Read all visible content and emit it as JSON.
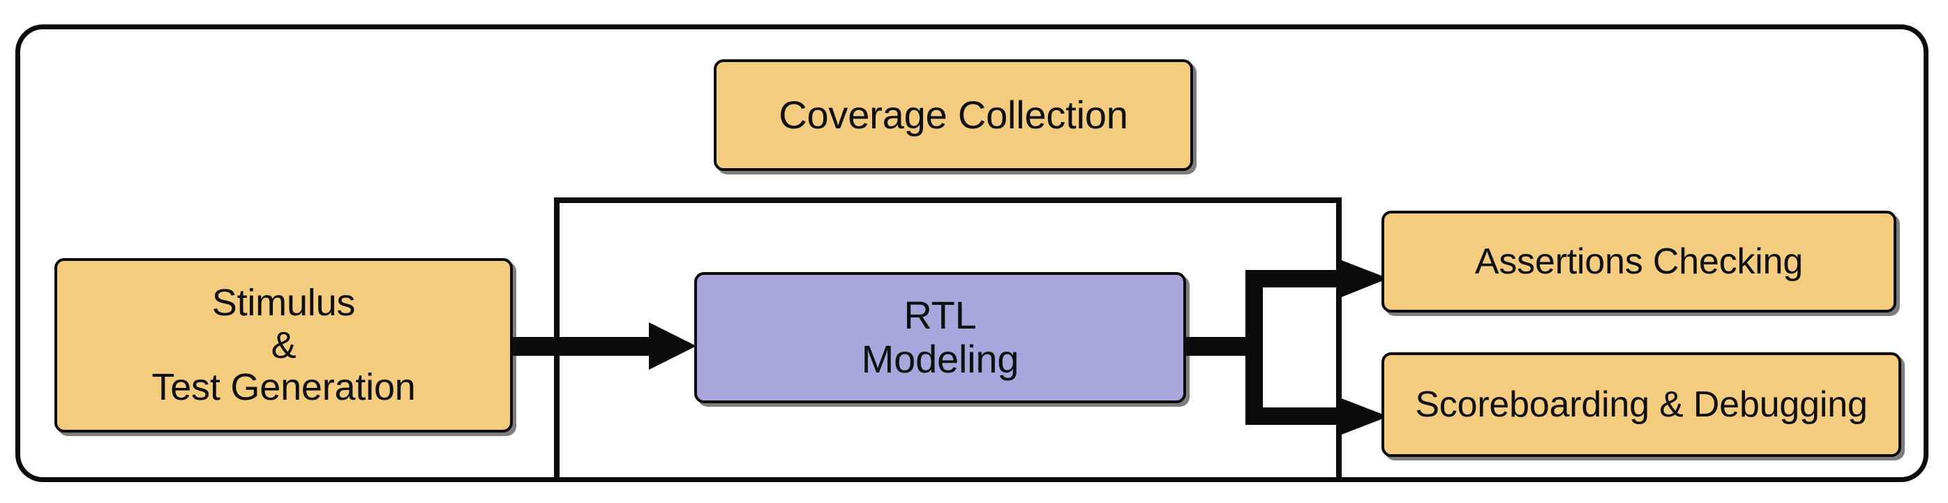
{
  "diagram": {
    "title": "Verification flow block diagram",
    "colors": {
      "amber_fill": "#f3cc7f",
      "purple_fill": "#a9a5dd",
      "stroke": "#0b0b0b",
      "background": "#ffffff"
    },
    "outer_boundary": {
      "name": "verification-environment-boundary",
      "shape": "rounded-rectangle"
    },
    "nodes": [
      {
        "id": "coverage-collection",
        "label": "Coverage Collection",
        "fill": "#f3cc7f"
      },
      {
        "id": "stimulus-test-generation",
        "label": "Stimulus\n&\nTest Generation",
        "fill": "#f3cc7f"
      },
      {
        "id": "rtl-modeling",
        "label": "RTL\nModeling",
        "fill": "#a9a5dd"
      },
      {
        "id": "assertions-checking",
        "label": "Assertions Checking",
        "fill": "#f3cc7f"
      },
      {
        "id": "scoreboarding-debugging",
        "label": "Scoreboarding & Debugging",
        "fill": "#f3cc7f"
      }
    ],
    "connectors": [
      {
        "id": "stimulus-to-rtl",
        "from": "stimulus-test-generation",
        "to": "rtl-modeling",
        "style": "thick-arrow"
      },
      {
        "id": "rtl-split-bus",
        "from": "rtl-modeling",
        "to": "split-junction",
        "style": "thick-line"
      },
      {
        "id": "rtl-to-assertions",
        "from": "split-junction",
        "to": "assertions-checking",
        "style": "thick-arrow"
      },
      {
        "id": "rtl-to-scoreboarding",
        "from": "split-junction",
        "to": "scoreboarding-debugging",
        "style": "thick-arrow"
      },
      {
        "id": "feedback-loop",
        "from": "results-bus",
        "to": "stimulus-test-generation",
        "style": "thin-line"
      }
    ]
  }
}
